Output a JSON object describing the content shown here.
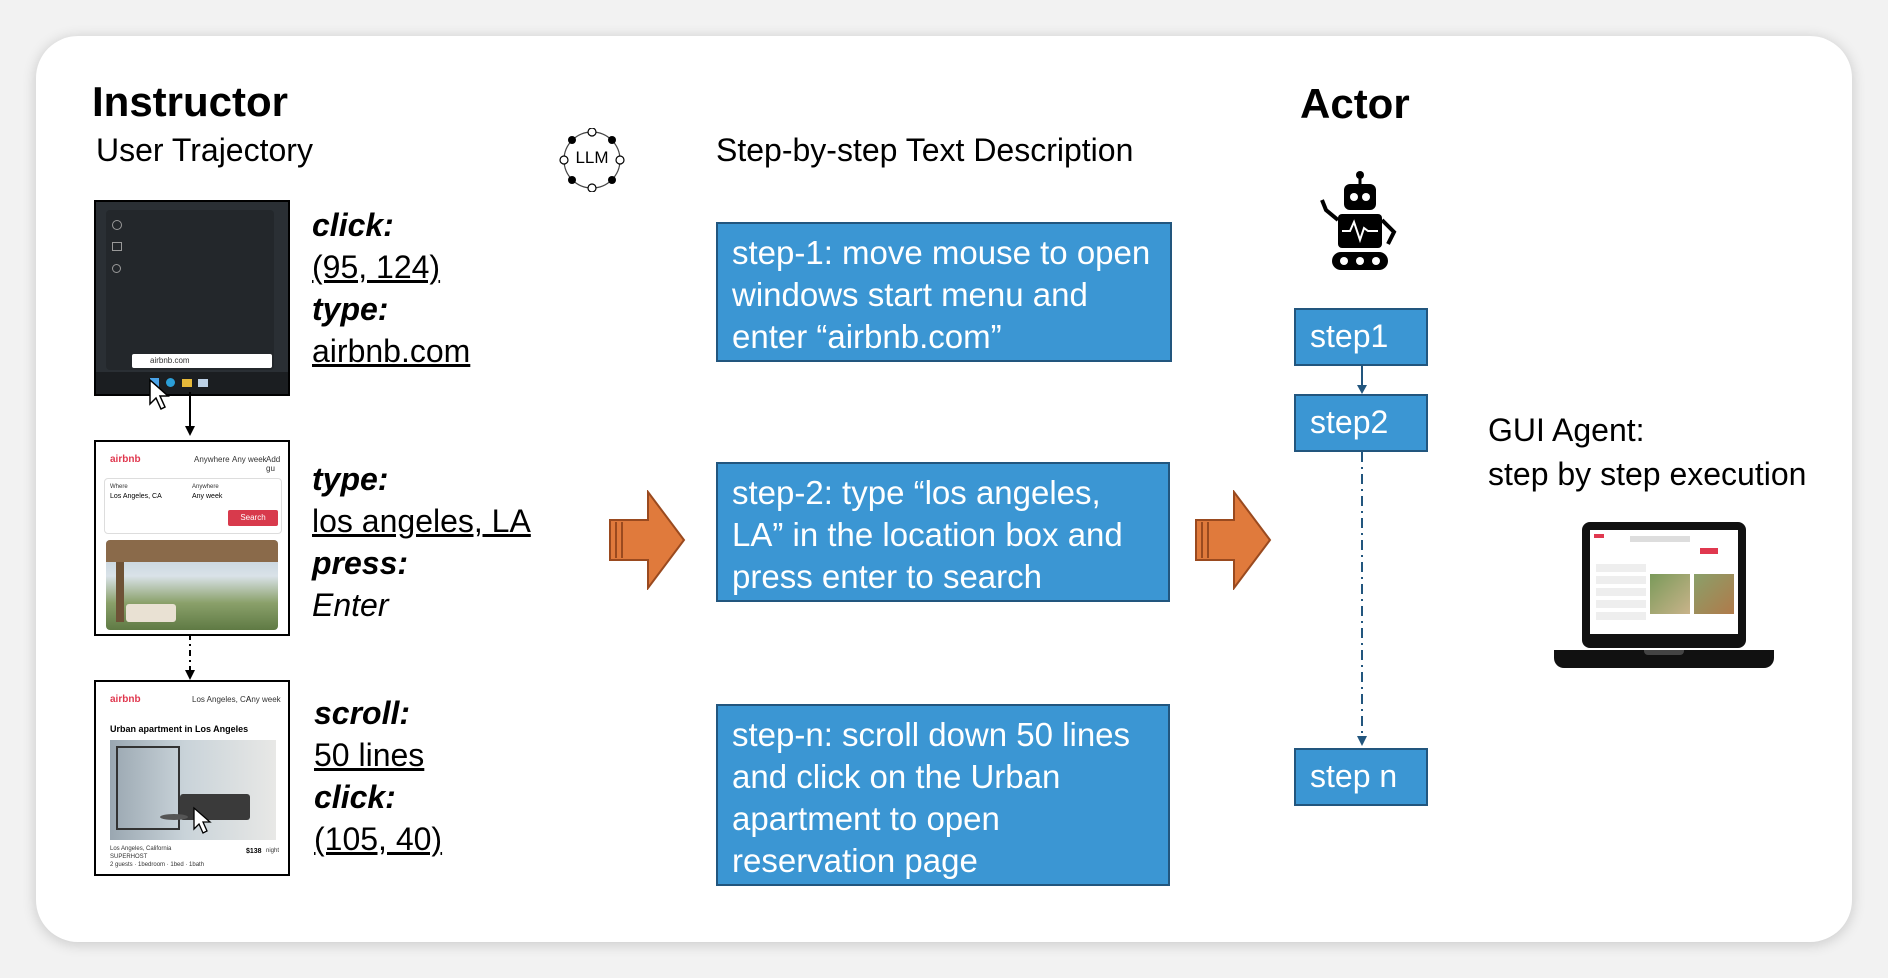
{
  "instructor": {
    "title": "Instructor",
    "subtitle": "User Trajectory",
    "llm_label": "LLM",
    "steps": [
      {
        "k1": "click:",
        "v1": "(95, 124)",
        "k2": "type:",
        "v2": "airbnb.com"
      },
      {
        "k1": "type:",
        "v1": "los angeles, LA",
        "k2": "press:",
        "v2": "Enter"
      },
      {
        "k1": "scroll:",
        "v1": "50 lines",
        "k2": "click:",
        "v2": "(105, 40)"
      }
    ],
    "thumbs": {
      "start_menu_search": "airbnb.com",
      "airbnb_logo": "airbnb",
      "nav_anywhere": "Anywhere",
      "nav_anyweek": "Any week",
      "nav_addguests": "Add gu",
      "where_label": "Where",
      "where_value": "Los Angeles, CA",
      "anytime_label": "Anywhere",
      "anytime_value": "Any week",
      "search_button": "Search",
      "nav_location": "Los Angeles, CA",
      "listing_title": "Urban apartment in Los Angeles",
      "listing_location": "Los Angeles, California",
      "listing_badge": "SUPERHOST",
      "listing_details": "2 guests · 1bedroom · 1bed · 1bath",
      "listing_price": "$138",
      "listing_price_unit": "night"
    }
  },
  "middle": {
    "title": "Step-by-step Text Description",
    "boxes": [
      "step-1: move mouse to open windows start menu and enter “airbnb.com”",
      "step-2: type “los angeles, LA” in the location box and press enter to search",
      "step-n: scroll down 50 lines and click on the Urban apartment to open reservation page"
    ]
  },
  "actor": {
    "title": "Actor",
    "steps": [
      "step1",
      "step2",
      "step n"
    ],
    "agent_line1": "GUI Agent:",
    "agent_line2": "step by step execution"
  },
  "colors": {
    "box_fill": "#3b96d3",
    "box_border": "#22567e",
    "arrow_fill": "#e07a3c",
    "arrow_stroke": "#9a4a1f"
  }
}
